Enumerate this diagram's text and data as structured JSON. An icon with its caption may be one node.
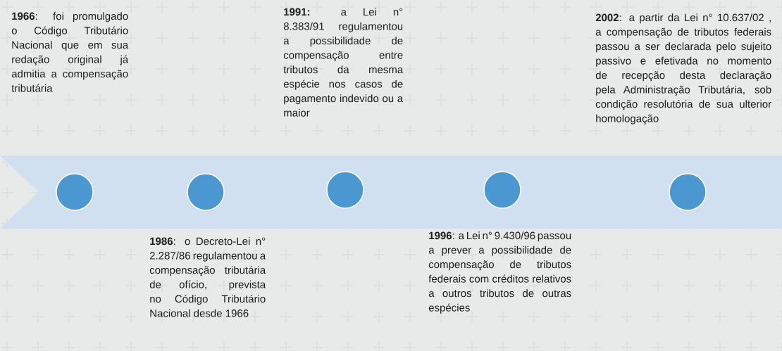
{
  "diagram": {
    "nodes": [
      {
        "text": [],
        "shape": "bar"
      },
      {
        "text": [],
        "shape": "circle",
        "in": 0
      },
      {
        "text": [],
        "shape": "circle",
        "in": 0
      },
      {
        "text": [],
        "shape": "circle",
        "in": 0
      },
      {
        "text": [],
        "shape": "circle",
        "in": 0
      },
      {
        "text": [],
        "shape": "circle",
        "in": 0
      }
    ],
    "labels": [
      "**1966**: foi promulgado o Código Tributário Nacional que em sua redação original já admitia a compensação tributária",
      "**1991:** a Lei n° 8.383/91 regulamentou a possibilidade de compensação entre tributos da mesma espécie nos casos de pagamento indevido ou a maior",
      "**2002**: a partir da Lei n° 10.637/02 , a compensação de tributos federais passou a ser declarada pelo sujeito passivo e efetivada no momento de recepção desta declaração pela Administração Tributária, sob condição resolutória de sua ulterior homologação",
      "**1986**: o Decreto-Lei n° 2.287/86 regulamentou a compensação tributária de ofício, prevista no Código Tributário Nacional desde 1966",
      "**1996**: a Lei n° 9.430/96 passou a prever a possibilidade de compensação de tributos federais com créditos relativos a outros tributos de outras espécies"
    ]
  }
}
